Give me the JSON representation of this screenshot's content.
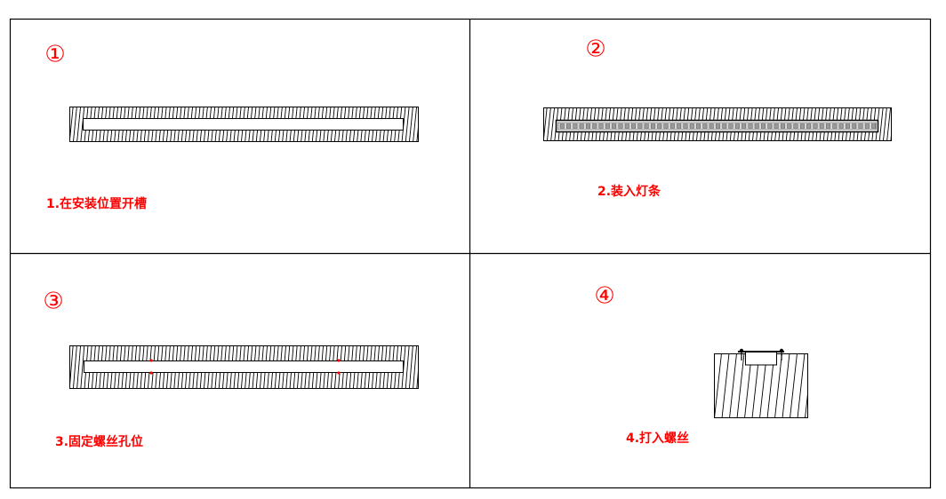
{
  "panels": [
    {
      "marker": "①",
      "caption": "1.在安装位置开槽"
    },
    {
      "marker": "②",
      "caption": "2.装入灯条"
    },
    {
      "marker": "③",
      "caption": "3.固定螺丝孔位"
    },
    {
      "marker": "④",
      "caption": "4.打入螺丝"
    }
  ],
  "colors": {
    "annotation": "#ff0000",
    "line": "#000000",
    "led": "#9a9a9a"
  }
}
